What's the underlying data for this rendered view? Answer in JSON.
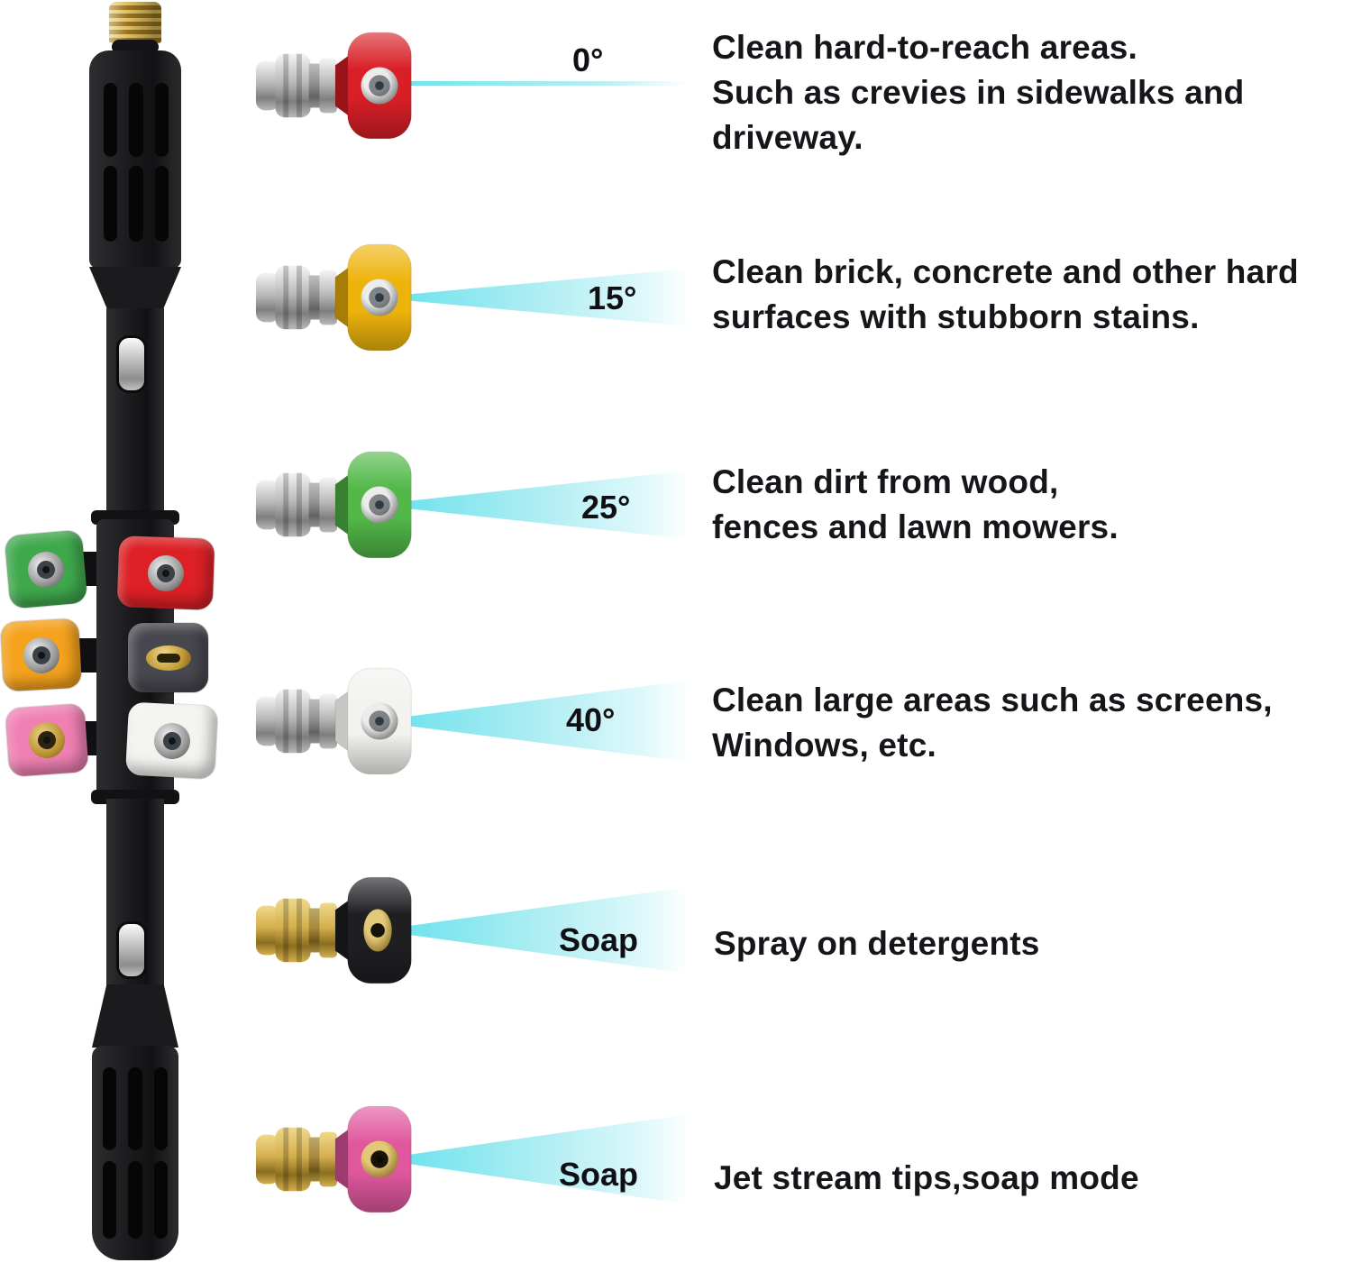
{
  "canvas": {
    "bg": "#ffffff",
    "text_color": "#15151a",
    "spray_strong": "#6ee2ec",
    "spray_mid": "#b7eff4",
    "spray_faint": "#dff9fb"
  },
  "wand": {
    "name": "black pressure washer extension wand with quick-connect nozzle holder",
    "colors": {
      "body": "#1b1b1e",
      "slot": "#060607",
      "brass_hi": "#e9cc69",
      "brass_lo": "#a4791f",
      "steel_hi": "#fbfbfb",
      "steel_lo": "#8d8d8d"
    },
    "mounted_tips": [
      {
        "name": "green-tip",
        "color": "#3fa84c",
        "center": "steel"
      },
      {
        "name": "red-tip",
        "color": "#dc2026",
        "center": "steel"
      },
      {
        "name": "orange-tip",
        "color": "#f5a21d",
        "center": "steel"
      },
      {
        "name": "holder-slot",
        "color": "#47474f",
        "center": "brass-oval"
      },
      {
        "name": "pink-tip",
        "color": "#ef80b3",
        "center": "brass"
      },
      {
        "name": "white-tip",
        "color": "#f3f3f0",
        "center": "steel"
      }
    ]
  },
  "rows": [
    {
      "name": "red-0-degree-nozzle",
      "angle_label": "0°",
      "description_lines": [
        "Clean hard-to-reach areas.",
        "Such as crevies in sidewalks and",
        "driveway."
      ],
      "colors": {
        "cap": "#d81f26",
        "conn_l": "#f4f4f4",
        "conn_m": "#b9b9b9",
        "conn_d": "#7e7e7e",
        "ring_l": "#ececec",
        "ring_d": "#6f6f6f",
        "hole": "#2f3b44"
      }
    },
    {
      "name": "yellow-15-degree-nozzle",
      "angle_label": "15°",
      "description_lines": [
        "Clean brick, concrete and other hard",
        "surfaces with stubborn stains."
      ],
      "colors": {
        "cap": "#eeb30b",
        "conn_l": "#f4f4f4",
        "conn_m": "#b9b9b9",
        "conn_d": "#7e7e7e",
        "ring_l": "#ececec",
        "ring_d": "#6f6f6f",
        "hole": "#2f3b44"
      }
    },
    {
      "name": "green-25-degree-nozzle",
      "angle_label": "25°",
      "description_lines": [
        "Clean dirt from wood,",
        "fences and lawn mowers."
      ],
      "colors": {
        "cap": "#52b848",
        "conn_l": "#f4f4f4",
        "conn_m": "#b9b9b9",
        "conn_d": "#7e7e7e",
        "ring_l": "#ececec",
        "ring_d": "#6f6f6f",
        "hole": "#2f3b44"
      }
    },
    {
      "name": "white-40-degree-nozzle",
      "angle_label": "40°",
      "description_lines": [
        "Clean large areas such as screens,",
        "Windows, etc."
      ],
      "colors": {
        "cap": "#f3f2ee",
        "conn_l": "#f4f4f4",
        "conn_m": "#b9b9b9",
        "conn_d": "#7e7e7e",
        "ring_l": "#ececec",
        "ring_d": "#6f6f6f",
        "hole": "#2f3b44"
      }
    },
    {
      "name": "black-soap-nozzle",
      "angle_label": "Soap",
      "description_lines": [
        "Spray on detergents"
      ],
      "colors": {
        "cap": "#1f1f22",
        "conn_l": "#f0d98a",
        "conn_m": "#d4af4e",
        "conn_d": "#8a6d1f",
        "ring_l": "#e3c878",
        "ring_d": "#8a6d22",
        "hole": "#15120a"
      }
    },
    {
      "name": "pink-soap-nozzle",
      "angle_label": "Soap",
      "description_lines": [
        "Jet stream tips,soap mode"
      ],
      "colors": {
        "cap": "#e0579e",
        "conn_l": "#f0d98a",
        "conn_m": "#d4af4e",
        "conn_d": "#8a6d1f",
        "ring_l": "#e3c878",
        "ring_d": "#8a6d22",
        "hole": "#1a1408"
      }
    }
  ]
}
